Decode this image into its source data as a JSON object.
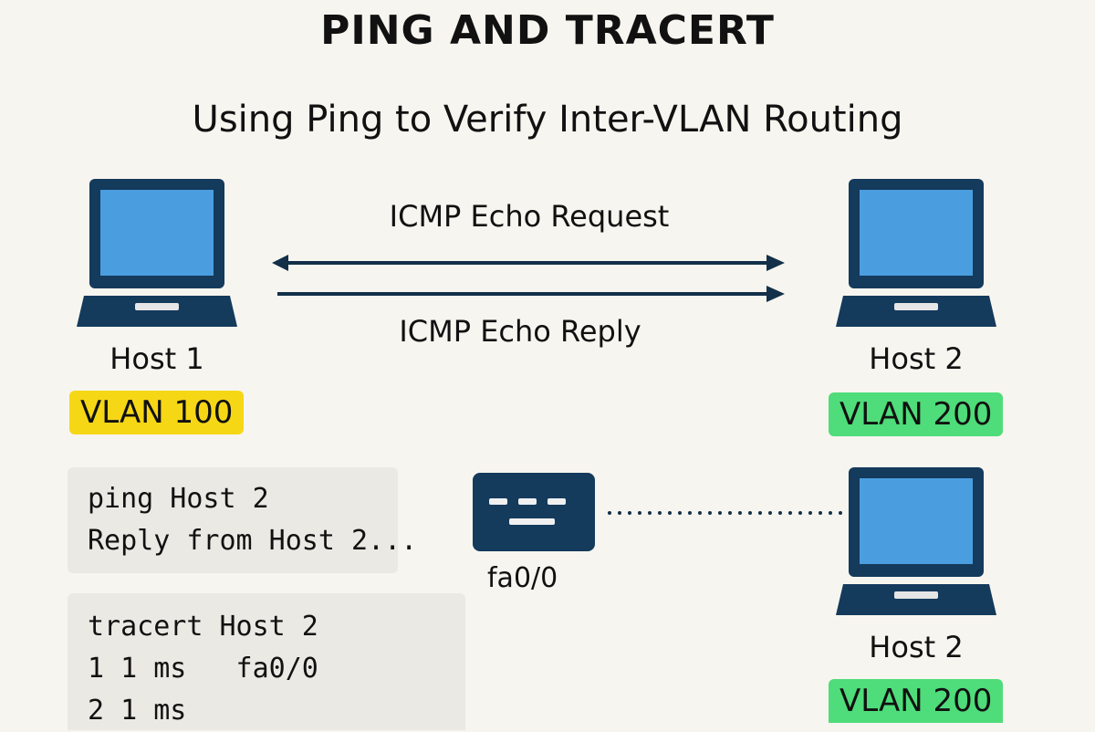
{
  "title": "PING AND TRACERT",
  "subtitle": "Using Ping to Verify Inter-VLAN Routing",
  "arrows": {
    "request_label": "ICMP Echo Request",
    "reply_label": "ICMP Echo Reply"
  },
  "hosts": [
    {
      "label": "Host 1",
      "vlan": "VLAN 100",
      "vlan_color": "#f6d716"
    },
    {
      "label": "Host 2",
      "vlan": "VLAN 200",
      "vlan_color": "#4fdc7a"
    },
    {
      "label": "Host 2",
      "vlan": "VLAN 200",
      "vlan_color": "#4fdc7a"
    }
  ],
  "ping_console": {
    "lines": [
      "ping Host 2",
      "Reply from Host 2..."
    ]
  },
  "tracert_console": {
    "lines": [
      "tracert Host 2",
      "1 1 ms   fa0/0",
      "2 1 ms"
    ]
  },
  "router": {
    "port_label": "fa0/0"
  },
  "colors": {
    "device_dark": "#143a5c",
    "screen_blue": "#4a9ee0",
    "arrow": "#123049"
  }
}
